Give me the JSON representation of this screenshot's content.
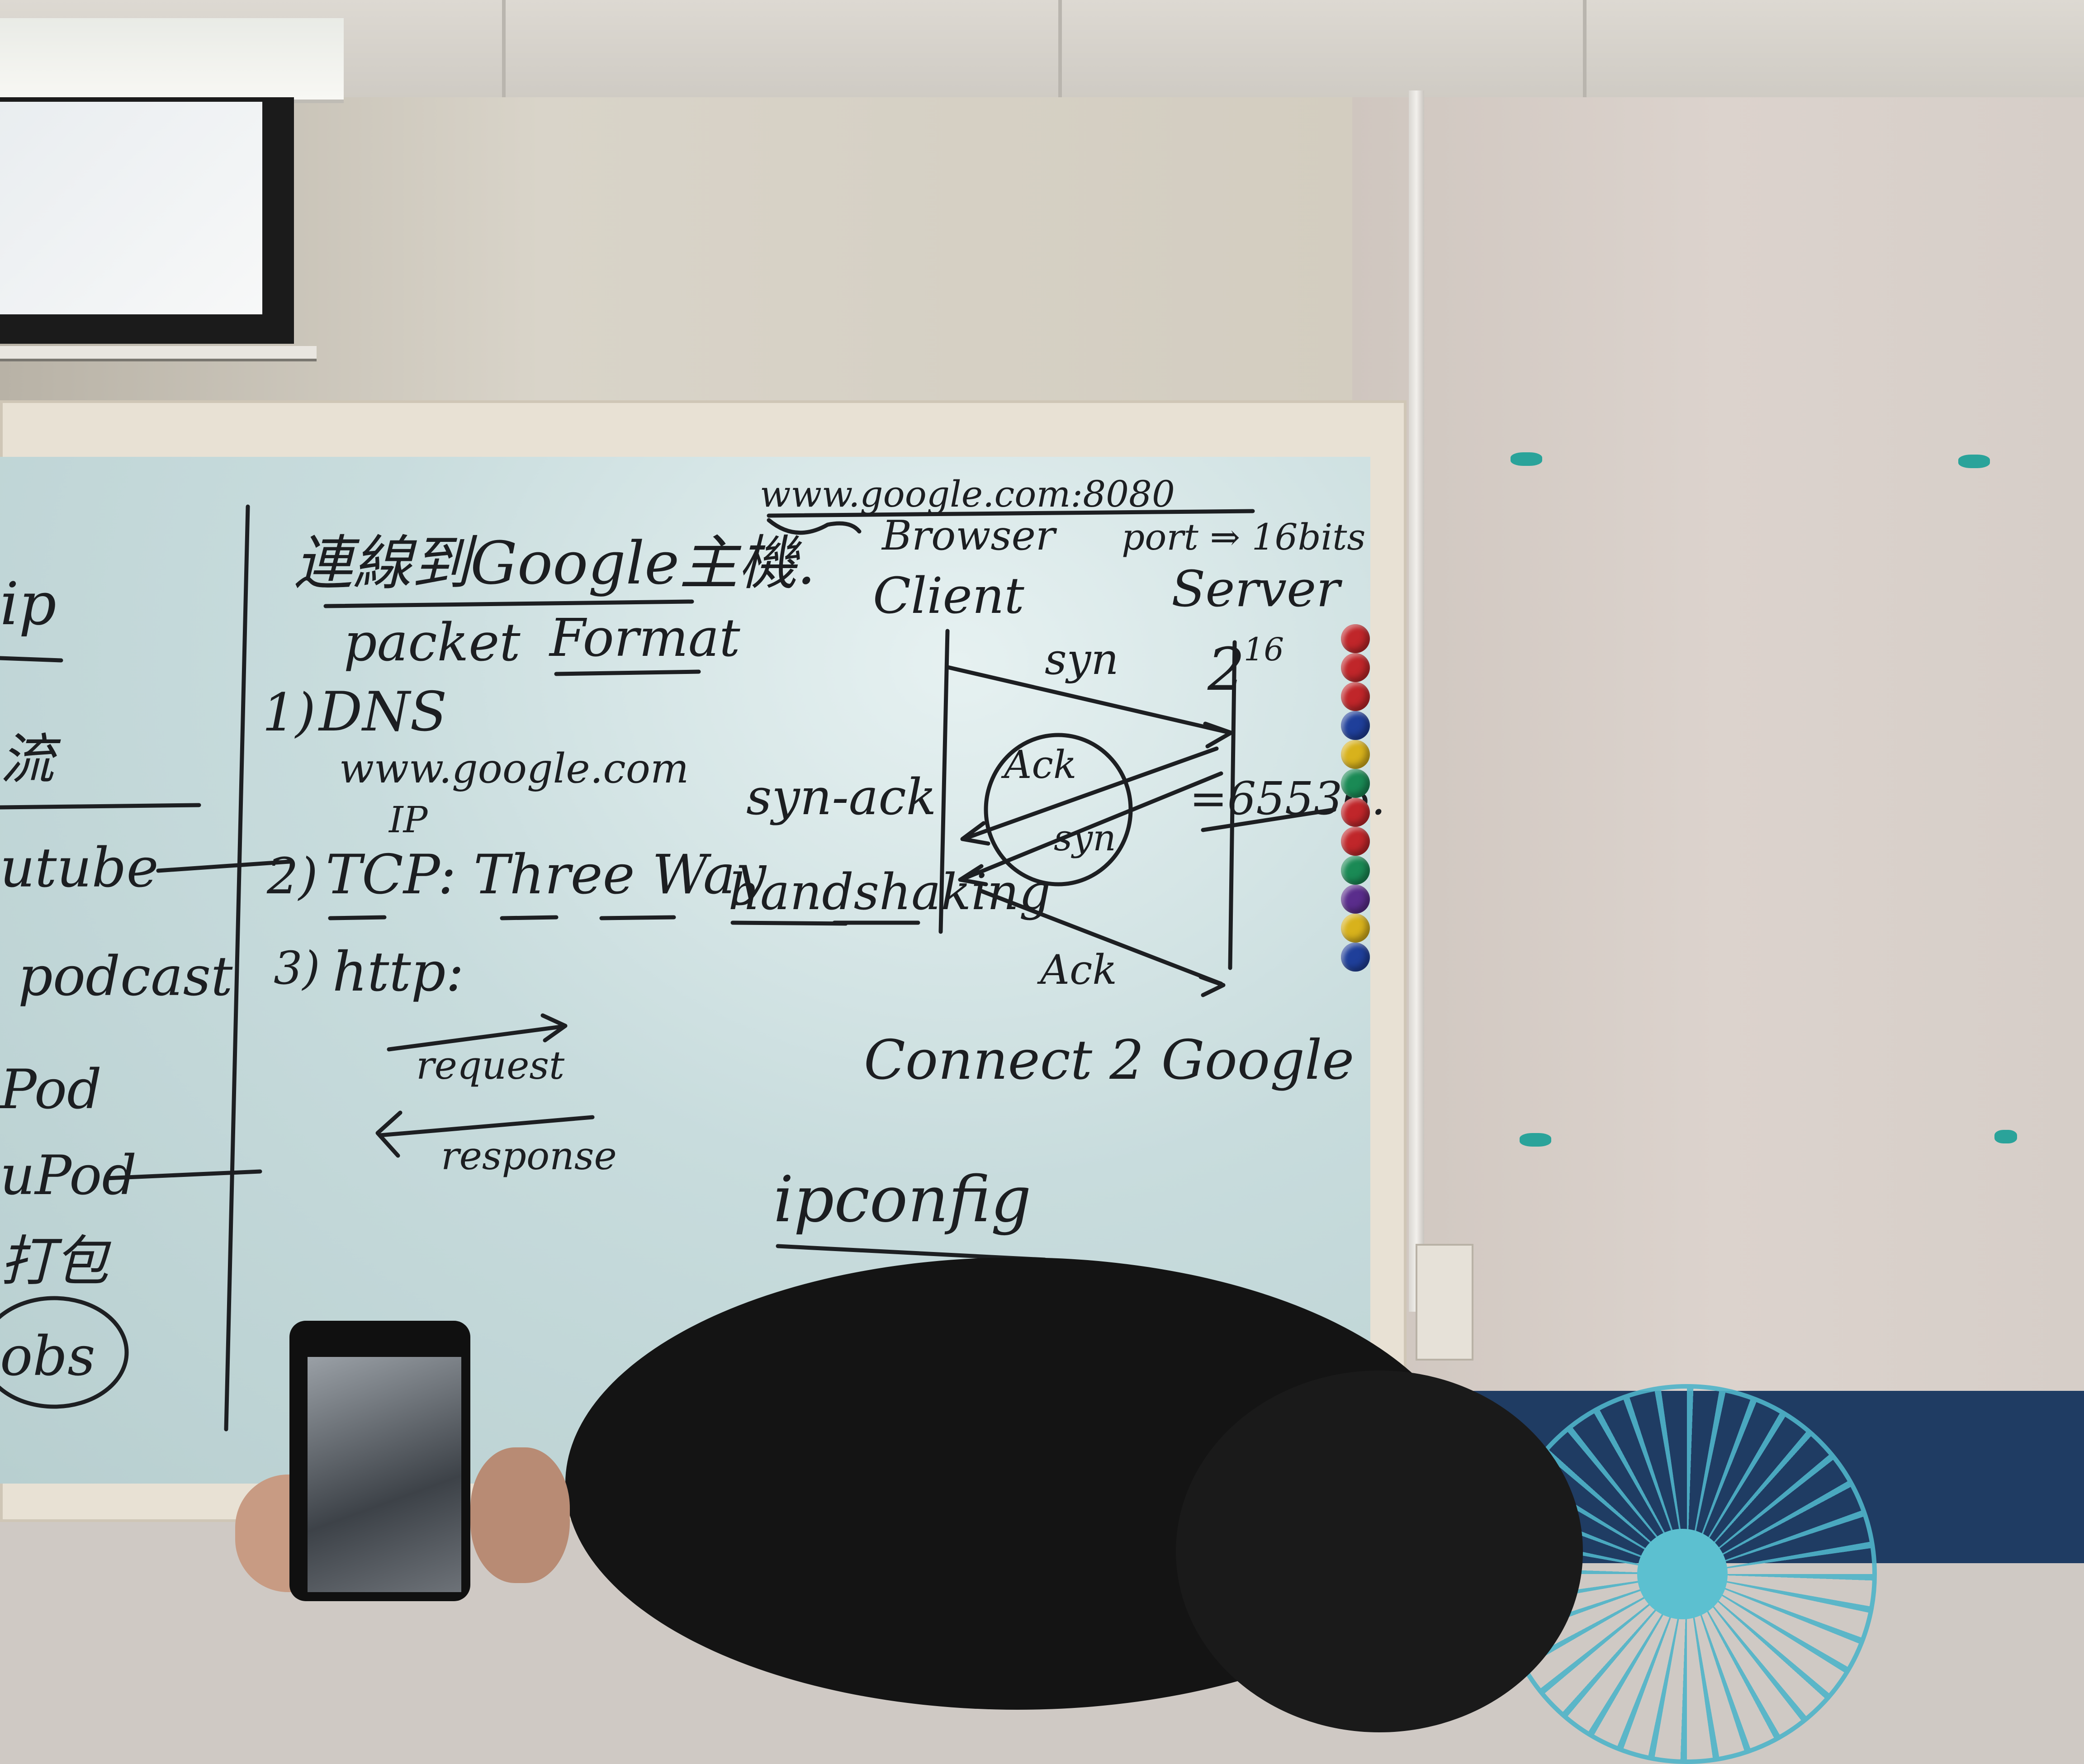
{
  "whiteboard": {
    "left_column": [
      "ip",
      "流",
      "utube",
      "podcast",
      "Pod",
      "uPod",
      "打包",
      "obs"
    ],
    "title": "連線到Google主機.",
    "subtitle_left": "packet",
    "subtitle_right": "Format",
    "steps": [
      {
        "label": "1)",
        "text": "DNS"
      },
      {
        "label": "",
        "text": "www.google.com"
      },
      {
        "label": "",
        "text": "IP"
      },
      {
        "label": "2)",
        "text": "TCP: Three Way"
      },
      {
        "label": "3)",
        "text": "http:"
      }
    ],
    "request_label": "request",
    "response_label": "response",
    "url_port": "www.google.com:8080",
    "browser": "Browser",
    "port_bits": "port ⇒ 16bits",
    "client": "Client",
    "server": "Server",
    "syn": "syn",
    "syn_ack": "syn-ack",
    "ack_inner": "Ack",
    "syn_inner": "syn",
    "ack_bottom": "Ack",
    "handshaking": "handshaking",
    "two_power": "2",
    "exponent": "16",
    "max_port": "=65536.",
    "connect": "Connect 2 Google",
    "ipconfig": "ipconfig"
  },
  "colors": {
    "board": "#c8dcdd",
    "ink": "#1d1f22",
    "frame": "#e8e1d4",
    "wall": "#d6cec8",
    "blue_band": "#1f3c63",
    "fan": "#4fb4c9"
  },
  "magnets": [
    "#c0262a",
    "#c0262a",
    "#c0262a",
    "#1f3f9a",
    "#d8b21c",
    "#1a8a55",
    "#c0262a",
    "#c0262a",
    "#1a8a55",
    "#5a2d8c",
    "#d8b21c",
    "#1f3f9a"
  ]
}
